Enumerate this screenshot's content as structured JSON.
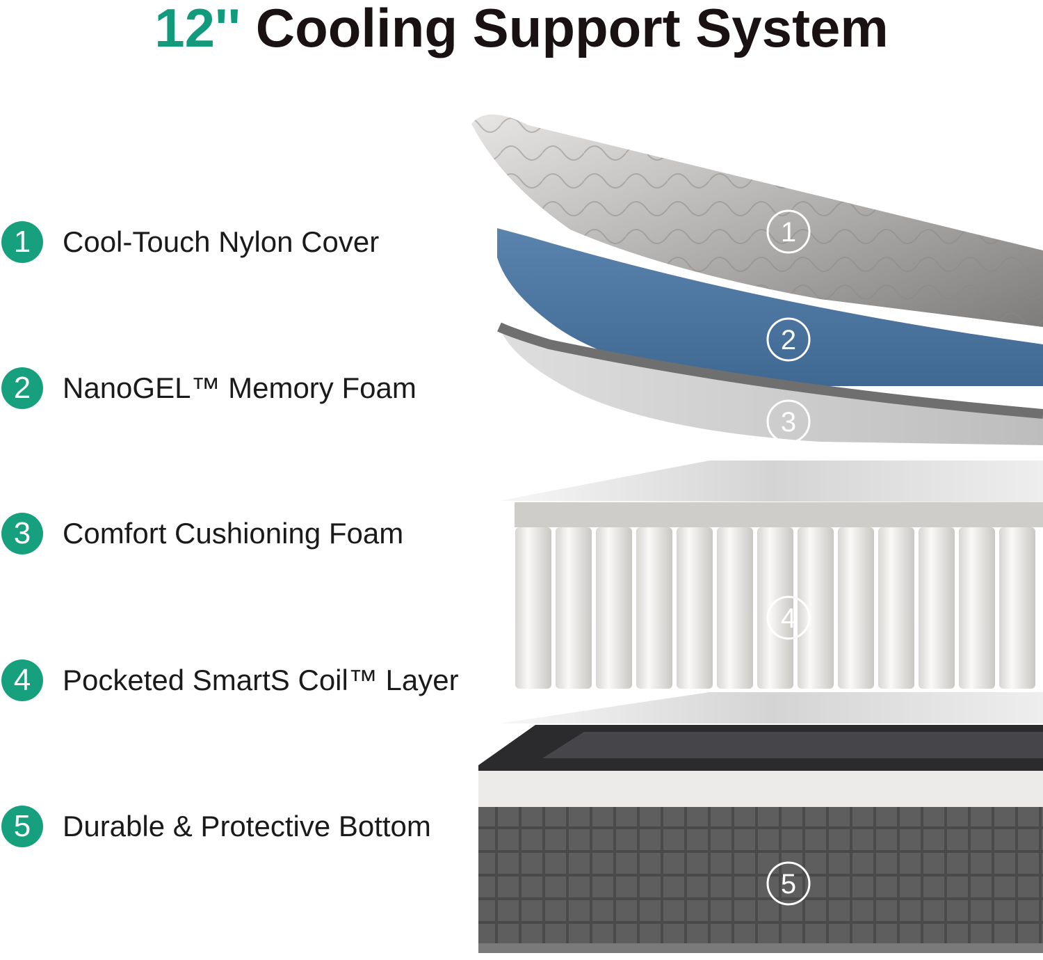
{
  "title": {
    "accent": "12''",
    "main": "Cooling Support System"
  },
  "colors": {
    "accent": "#129a7d",
    "badge": "#16a07e",
    "foam_blue": "#4a74a0",
    "comfort_gray": "#c9c9c9",
    "coil_white": "#f2f0ee",
    "base_gray": "#5c5c5c"
  },
  "layers": [
    {
      "number": "1",
      "label": "Cool-Touch Nylon Cover"
    },
    {
      "number": "2",
      "label": "NanoGEL™ Memory Foam"
    },
    {
      "number": "3",
      "label": "Comfort Cushioning Foam"
    },
    {
      "number": "4",
      "label": "Pocketed SmartS Coil™ Layer"
    },
    {
      "number": "5",
      "label": "Durable & Protective Bottom"
    }
  ]
}
